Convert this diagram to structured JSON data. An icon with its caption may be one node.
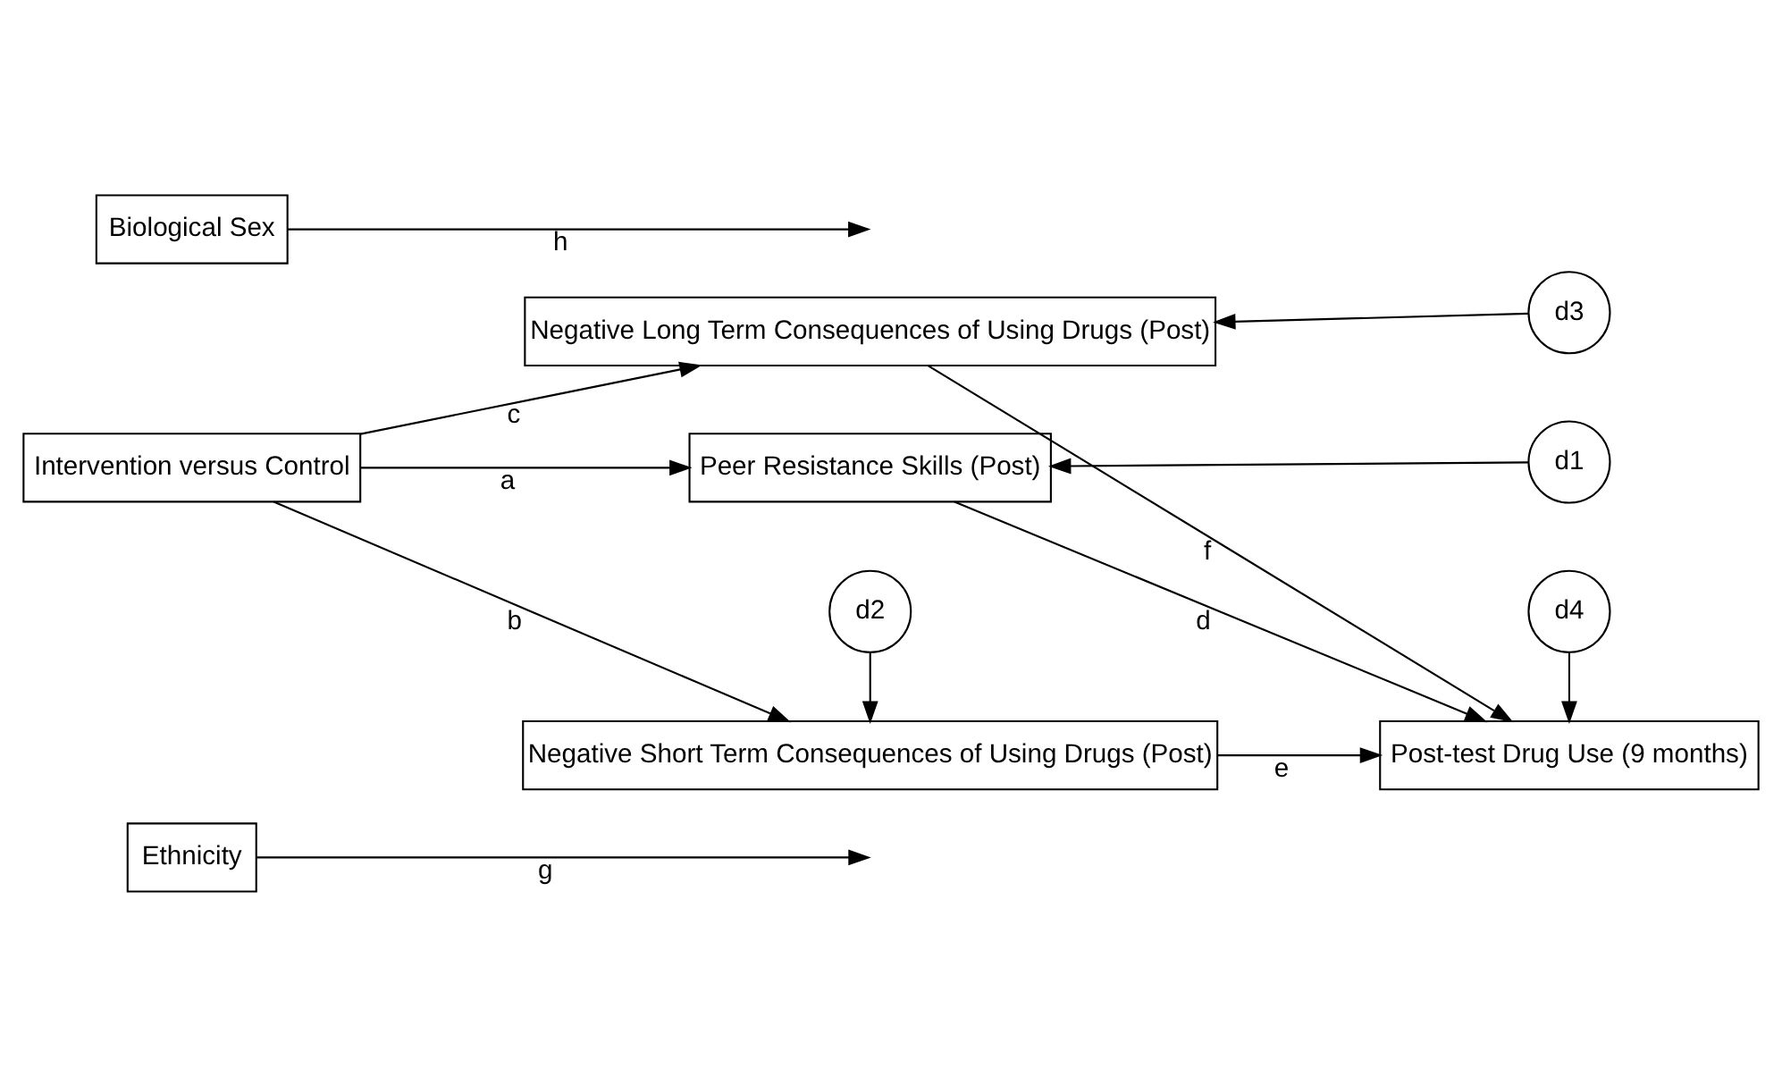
{
  "diagram": {
    "nodes": [
      {
        "text": [
          "Ethnicity"
        ]
      },
      {
        "text": [
          "Peer Resistance Skills (Post)"
        ]
      },
      {
        "text": [
          "d1"
        ]
      },
      {
        "text": [
          "d2"
        ]
      },
      {
        "text": [
          "d4"
        ]
      },
      {
        "text": [
          "Intervention versus Control"
        ]
      },
      {
        "text": [
          "Negative Short Term Consequences of Using Drugs (Post)"
        ]
      },
      {
        "text": [
          "Post-test Drug Use (9 months)"
        ]
      },
      {
        "text": [
          "Biological Sex"
        ]
      },
      {
        "text": [
          "Negative Long Term Consequences of Using Drugs (Post)"
        ]
      },
      {
        "text": [
          "d3"
        ]
      }
    ],
    "edges": [
      {
        "from": 5,
        "to": 1,
        "arrow": "to",
        "label": "a"
      },
      {
        "from": 5,
        "to": 6,
        "arrow": "to",
        "label": "b"
      },
      {
        "from": 5,
        "to": 9,
        "arrow": "to",
        "label": "c"
      },
      {
        "from": 1,
        "to": 7,
        "arrow": "to",
        "label": "d"
      },
      {
        "from": 6,
        "to": 7,
        "arrow": "to",
        "label": "e"
      },
      {
        "from": 9,
        "to": 7,
        "arrow": "to",
        "label": "f"
      },
      {
        "from": 0,
        "to": null,
        "arrow": "to",
        "label": "g"
      },
      {
        "from": 8,
        "to": null,
        "arrow": "to",
        "label": "h"
      },
      {
        "from": 2,
        "to": 1,
        "arrow": "to"
      },
      {
        "from": 3,
        "to": 6,
        "arrow": "to"
      },
      {
        "from": 4,
        "to": 7,
        "arrow": "to"
      },
      {
        "from": 10,
        "to": 9,
        "arrow": "to"
      }
    ]
  }
}
